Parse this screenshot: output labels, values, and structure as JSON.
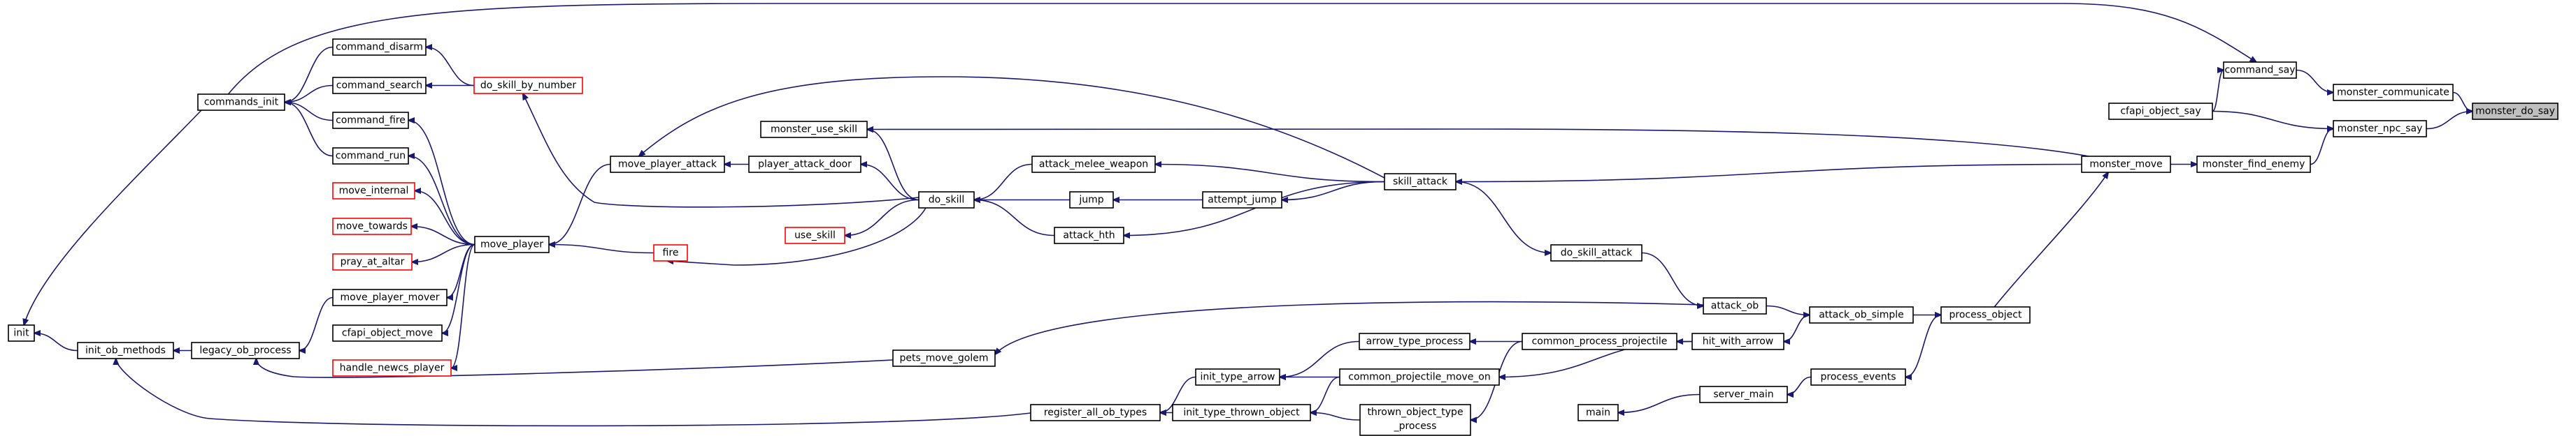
{
  "graph": {
    "colors": {
      "edge": "#191970",
      "node_border": "#000000",
      "truncated_border": "#ff0000",
      "highlight_fill": "#bfbfbf"
    },
    "nodes": [
      {
        "id": "monster_do_say",
        "label": "monster_do_say",
        "style": "highlight"
      },
      {
        "id": "monster_communicate",
        "label": "monster_communicate",
        "style": "normal"
      },
      {
        "id": "command_say",
        "label": "command_say",
        "style": "normal"
      },
      {
        "id": "monster_npc_say",
        "label": "monster_npc_say",
        "style": "normal"
      },
      {
        "id": "cfapi_object_say",
        "label": "cfapi_object_say",
        "style": "normal"
      },
      {
        "id": "monster_find_enemy",
        "label": "monster_find_enemy",
        "style": "normal"
      },
      {
        "id": "monster_move",
        "label": "monster_move",
        "style": "normal"
      },
      {
        "id": "skill_attack",
        "label": "skill_attack",
        "style": "normal"
      },
      {
        "id": "monster_use_skill",
        "label": "monster_use_skill",
        "style": "normal"
      },
      {
        "id": "attempt_jump",
        "label": "attempt_jump",
        "style": "normal"
      },
      {
        "id": "attack_melee_weapon",
        "label": "attack_melee_weapon",
        "style": "normal"
      },
      {
        "id": "jump",
        "label": "jump",
        "style": "normal"
      },
      {
        "id": "attack_hth",
        "label": "attack_hth",
        "style": "normal"
      },
      {
        "id": "do_skill",
        "label": "do_skill",
        "style": "normal"
      },
      {
        "id": "player_attack_door",
        "label": "player_attack_door",
        "style": "normal"
      },
      {
        "id": "move_player_attack",
        "label": "move_player_attack",
        "style": "normal"
      },
      {
        "id": "use_skill",
        "label": "use_skill",
        "style": "truncated"
      },
      {
        "id": "fire",
        "label": "fire",
        "style": "truncated"
      },
      {
        "id": "move_player",
        "label": "move_player",
        "style": "normal"
      },
      {
        "id": "do_skill_by_number",
        "label": "do_skill_by_number",
        "style": "truncated"
      },
      {
        "id": "command_disarm",
        "label": "command_disarm",
        "style": "normal"
      },
      {
        "id": "command_search",
        "label": "command_search",
        "style": "normal"
      },
      {
        "id": "command_fire",
        "label": "command_fire",
        "style": "normal"
      },
      {
        "id": "command_run",
        "label": "command_run",
        "style": "normal"
      },
      {
        "id": "move_internal",
        "label": "move_internal",
        "style": "truncated"
      },
      {
        "id": "move_towards",
        "label": "move_towards",
        "style": "truncated"
      },
      {
        "id": "pray_at_altar",
        "label": "pray_at_altar",
        "style": "truncated"
      },
      {
        "id": "move_player_mover",
        "label": "move_player_mover",
        "style": "normal"
      },
      {
        "id": "cfapi_object_move",
        "label": "cfapi_object_move",
        "style": "normal"
      },
      {
        "id": "handle_newcs_player",
        "label": "handle_newcs_player",
        "style": "truncated"
      },
      {
        "id": "commands_init",
        "label": "commands_init",
        "style": "normal"
      },
      {
        "id": "legacy_ob_process",
        "label": "legacy_ob_process",
        "style": "normal"
      },
      {
        "id": "init_ob_methods",
        "label": "init_ob_methods",
        "style": "normal"
      },
      {
        "id": "init",
        "label": "init",
        "style": "normal"
      },
      {
        "id": "do_skill_attack",
        "label": "do_skill_attack",
        "style": "normal"
      },
      {
        "id": "attack_ob",
        "label": "attack_ob",
        "style": "normal"
      },
      {
        "id": "attack_ob_simple",
        "label": "attack_ob_simple",
        "style": "normal"
      },
      {
        "id": "process_object",
        "label": "process_object",
        "style": "normal"
      },
      {
        "id": "hit_with_arrow",
        "label": "hit_with_arrow",
        "style": "normal"
      },
      {
        "id": "common_process_projectile",
        "label": "common_process_projectile",
        "style": "normal"
      },
      {
        "id": "arrow_type_process",
        "label": "arrow_type_process",
        "style": "normal"
      },
      {
        "id": "common_projectile_move_on",
        "label": "common_projectile_move_on",
        "style": "normal"
      },
      {
        "id": "init_type_arrow",
        "label": "init_type_arrow",
        "style": "normal"
      },
      {
        "id": "thrown_object_type_process",
        "label": [
          "thrown_object_type",
          "_process"
        ],
        "style": "normal"
      },
      {
        "id": "init_type_thrown_object",
        "label": "init_type_thrown_object",
        "style": "normal"
      },
      {
        "id": "register_all_ob_types",
        "label": "register_all_ob_types",
        "style": "normal"
      },
      {
        "id": "pets_move_golem",
        "label": "pets_move_golem",
        "style": "normal"
      },
      {
        "id": "process_events",
        "label": "process_events",
        "style": "normal"
      },
      {
        "id": "server_main",
        "label": "server_main",
        "style": "normal"
      },
      {
        "id": "main",
        "label": "main",
        "style": "normal"
      }
    ],
    "edges": [
      [
        "monster_communicate",
        "monster_do_say"
      ],
      [
        "monster_npc_say",
        "monster_do_say"
      ],
      [
        "command_say",
        "monster_communicate"
      ],
      [
        "monster_find_enemy",
        "monster_npc_say"
      ],
      [
        "cfapi_object_say",
        "monster_npc_say"
      ],
      [
        "cfapi_object_say",
        "command_say"
      ],
      [
        "commands_init",
        "command_say"
      ],
      [
        "monster_move",
        "monster_find_enemy"
      ],
      [
        "monster_move",
        "skill_attack"
      ],
      [
        "monster_move",
        "monster_use_skill"
      ],
      [
        "process_object",
        "monster_move"
      ],
      [
        "skill_attack",
        "attempt_jump"
      ],
      [
        "skill_attack",
        "attack_melee_weapon"
      ],
      [
        "skill_attack",
        "attack_hth"
      ],
      [
        "skill_attack",
        "move_player_attack"
      ],
      [
        "skill_attack",
        "do_skill_attack"
      ],
      [
        "attempt_jump",
        "jump"
      ],
      [
        "jump",
        "do_skill"
      ],
      [
        "attack_melee_weapon",
        "do_skill"
      ],
      [
        "attack_hth",
        "do_skill"
      ],
      [
        "do_skill",
        "player_attack_door"
      ],
      [
        "do_skill",
        "monster_use_skill"
      ],
      [
        "do_skill",
        "use_skill"
      ],
      [
        "do_skill",
        "fire"
      ],
      [
        "do_skill",
        "do_skill_by_number"
      ],
      [
        "player_attack_door",
        "move_player_attack"
      ],
      [
        "move_player_attack",
        "move_player"
      ],
      [
        "fire",
        "move_player"
      ],
      [
        "move_player",
        "command_fire"
      ],
      [
        "move_player",
        "command_run"
      ],
      [
        "move_player",
        "move_internal"
      ],
      [
        "move_player",
        "move_towards"
      ],
      [
        "move_player",
        "pray_at_altar"
      ],
      [
        "move_player",
        "move_player_mover"
      ],
      [
        "move_player",
        "cfapi_object_move"
      ],
      [
        "move_player",
        "handle_newcs_player"
      ],
      [
        "do_skill_by_number",
        "command_disarm"
      ],
      [
        "do_skill_by_number",
        "command_search"
      ],
      [
        "command_disarm",
        "commands_init"
      ],
      [
        "command_search",
        "commands_init"
      ],
      [
        "command_fire",
        "commands_init"
      ],
      [
        "command_run",
        "commands_init"
      ],
      [
        "commands_init",
        "init"
      ],
      [
        "move_player_mover",
        "legacy_ob_process"
      ],
      [
        "legacy_ob_process",
        "init_ob_methods"
      ],
      [
        "init_ob_methods",
        "init"
      ],
      [
        "do_skill_attack",
        "attack_ob"
      ],
      [
        "attack_ob",
        "attack_ob_simple"
      ],
      [
        "attack_ob",
        "pets_move_golem"
      ],
      [
        "attack_ob_simple",
        "process_object"
      ],
      [
        "attack_ob_simple",
        "hit_with_arrow"
      ],
      [
        "hit_with_arrow",
        "common_process_projectile"
      ],
      [
        "hit_with_arrow",
        "common_projectile_move_on"
      ],
      [
        "common_process_projectile",
        "arrow_type_process"
      ],
      [
        "common_process_projectile",
        "thrown_object_type_process"
      ],
      [
        "arrow_type_process",
        "init_type_arrow"
      ],
      [
        "common_projectile_move_on",
        "init_type_arrow"
      ],
      [
        "common_projectile_move_on",
        "init_type_thrown_object"
      ],
      [
        "thrown_object_type_process",
        "init_type_thrown_object"
      ],
      [
        "init_type_arrow",
        "register_all_ob_types"
      ],
      [
        "init_type_thrown_object",
        "register_all_ob_types"
      ],
      [
        "register_all_ob_types",
        "init_ob_methods"
      ],
      [
        "pets_move_golem",
        "legacy_ob_process"
      ],
      [
        "process_object",
        "process_events"
      ],
      [
        "process_events",
        "server_main"
      ],
      [
        "server_main",
        "main"
      ]
    ]
  }
}
